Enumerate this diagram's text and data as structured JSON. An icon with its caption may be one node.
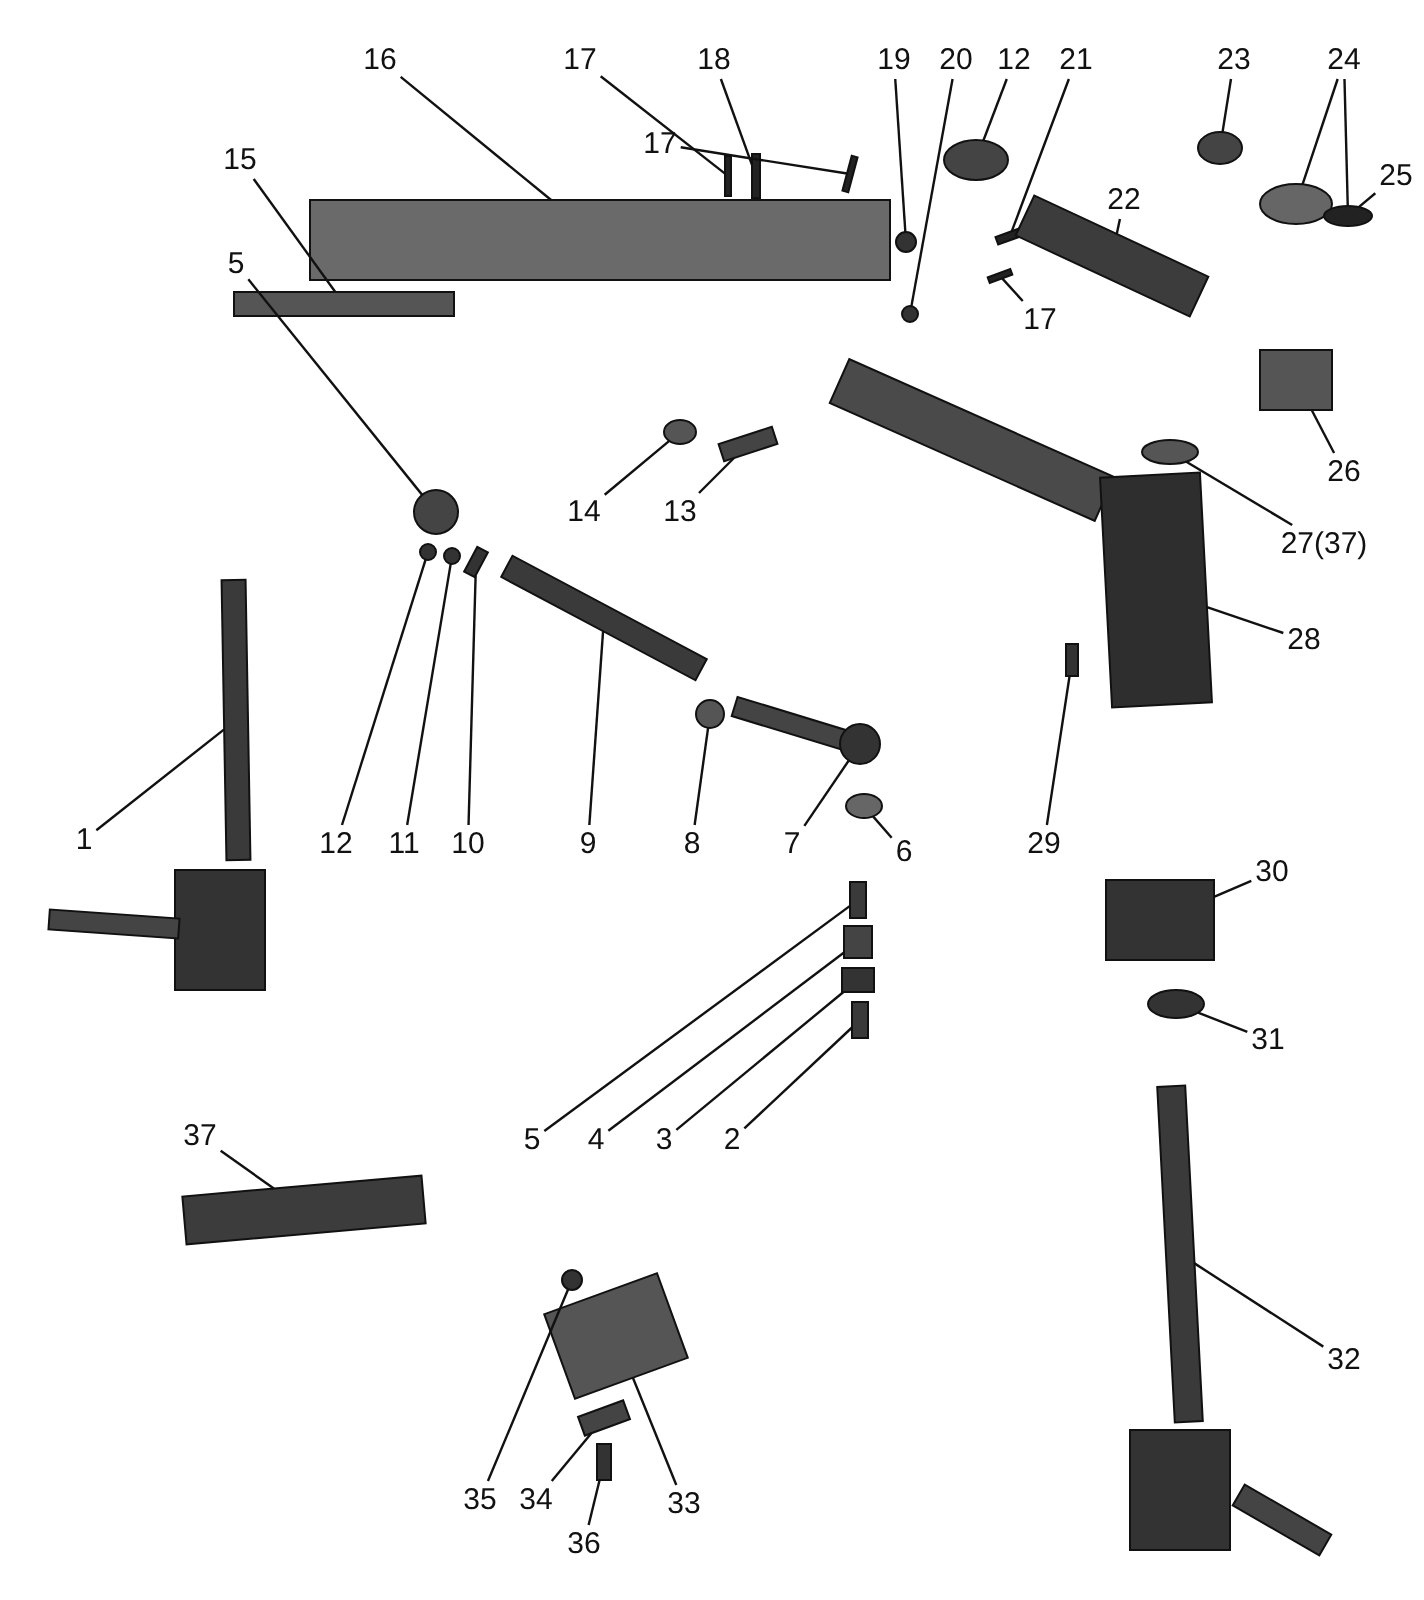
{
  "diagram": {
    "nodes": [
      {
        "text": [
          "16"
        ]
      },
      {
        "text": [
          "17"
        ]
      },
      {
        "text": [
          "18"
        ]
      },
      {
        "text": [
          "19"
        ]
      },
      {
        "text": [
          "20"
        ]
      },
      {
        "text": [
          "12"
        ]
      },
      {
        "text": [
          "21"
        ]
      },
      {
        "text": [
          "23"
        ]
      },
      {
        "text": [
          "24"
        ]
      },
      {
        "text": [
          "15"
        ]
      },
      {
        "text": [
          "25"
        ]
      },
      {
        "text": [
          "17"
        ]
      },
      {
        "text": [
          "22"
        ]
      },
      {
        "text": [
          "17"
        ]
      },
      {
        "text": [
          "5"
        ]
      },
      {
        "text": [
          "26"
        ]
      },
      {
        "text": [
          "14"
        ]
      },
      {
        "text": [
          "13"
        ]
      },
      {
        "text": [
          "27(37)"
        ]
      },
      {
        "text": [
          "28"
        ]
      },
      {
        "text": [
          "1"
        ]
      },
      {
        "text": [
          "12"
        ]
      },
      {
        "text": [
          "11"
        ]
      },
      {
        "text": [
          "10"
        ]
      },
      {
        "text": [
          "9"
        ]
      },
      {
        "text": [
          "8"
        ]
      },
      {
        "text": [
          "7"
        ]
      },
      {
        "text": [
          "6"
        ]
      },
      {
        "text": [
          "29"
        ]
      },
      {
        "text": [
          "30"
        ]
      },
      {
        "text": [
          "31"
        ]
      },
      {
        "text": [
          "5"
        ]
      },
      {
        "text": [
          "4"
        ]
      },
      {
        "text": [
          "3"
        ]
      },
      {
        "text": [
          "2"
        ]
      },
      {
        "text": [
          "37"
        ]
      },
      {
        "text": [
          "32"
        ]
      },
      {
        "text": [
          "35"
        ]
      },
      {
        "text": [
          "34"
        ]
      },
      {
        "text": [
          "33"
        ]
      },
      {
        "text": [
          "36"
        ]
      },
      {
        "text": [],
        "shape": "circle"
      },
      {
        "text": [],
        "shape": "circle"
      },
      {
        "text": [],
        "shape": "circle"
      },
      {
        "text": [],
        "shape": "circle"
      },
      {
        "text": [],
        "shape": "box"
      },
      {
        "text": [],
        "shape": "box"
      },
      {
        "text": [],
        "shape": "box"
      },
      {
        "text": [],
        "shape": "box"
      },
      {
        "text": [],
        "shape": "box"
      },
      {
        "text": [],
        "shape": "box"
      },
      {
        "text": [],
        "shape": "box"
      },
      {
        "text": [],
        "shape": "box"
      },
      {
        "text": [],
        "shape": "circle"
      },
      {
        "text": [],
        "shape": "circle"
      },
      {
        "text": [],
        "shape": "box"
      },
      {
        "text": [],
        "shape": "circle"
      },
      {
        "text": [],
        "shape": "box"
      },
      {
        "text": [],
        "shape": "box"
      },
      {
        "text": [],
        "shape": "circle"
      },
      {
        "text": [],
        "shape": "circle"
      },
      {
        "text": [],
        "shape": "circle"
      },
      {
        "text": [],
        "shape": "circle"
      },
      {
        "text": [],
        "shape": "box"
      },
      {
        "text": [],
        "shape": "box"
      },
      {
        "text": [],
        "shape": "box"
      },
      {
        "text": [],
        "shape": "box"
      },
      {
        "text": [],
        "shape": "circle"
      },
      {
        "text": [],
        "shape": "box"
      },
      {
        "text": [],
        "shape": "circle"
      },
      {
        "text": [],
        "shape": "circle"
      },
      {
        "text": [],
        "shape": "box"
      },
      {
        "text": [],
        "shape": "box"
      },
      {
        "text": [],
        "shape": "box"
      },
      {
        "text": [],
        "shape": "box"
      },
      {
        "text": [],
        "shape": "box"
      },
      {
        "text": [],
        "shape": "box"
      },
      {
        "text": [],
        "shape": "circle"
      },
      {
        "text": [],
        "shape": "box"
      },
      {
        "text": [],
        "shape": "box"
      },
      {
        "text": [],
        "shape": "box"
      },
      {
        "text": [],
        "shape": "circle"
      },
      {
        "text": [],
        "shape": "box"
      },
      {
        "text": [],
        "shape": "box"
      },
      {
        "text": [],
        "shape": "box"
      },
      {
        "text": [],
        "shape": "box"
      },
      {
        "text": [],
        "shape": "box"
      },
      {
        "text": [],
        "shape": "box"
      }
    ],
    "edges": [
      {
        "from": 0,
        "to": 48,
        "arrow": "none"
      },
      {
        "from": 1,
        "to": 45,
        "arrow": "none"
      },
      {
        "from": 2,
        "to": 49,
        "arrow": "none"
      },
      {
        "from": 3,
        "to": 53,
        "arrow": "none"
      },
      {
        "from": 4,
        "to": 54,
        "arrow": "none"
      },
      {
        "from": 5,
        "to": 41,
        "arrow": "none"
      },
      {
        "from": 6,
        "to": 46,
        "arrow": "none"
      },
      {
        "from": 7,
        "to": 42,
        "arrow": "none"
      },
      {
        "from": 8,
        "to": 43,
        "arrow": "none"
      },
      {
        "from": 8,
        "to": 44,
        "arrow": "none"
      },
      {
        "from": 9,
        "to": 52,
        "arrow": "none"
      },
      {
        "from": 10,
        "to": 44,
        "arrow": "none"
      },
      {
        "from": 11,
        "to": 51,
        "arrow": "none"
      },
      {
        "from": 12,
        "to": 47,
        "arrow": "none"
      },
      {
        "from": 13,
        "to": 50,
        "arrow": "none"
      },
      {
        "from": 14,
        "to": 60,
        "arrow": "none"
      },
      {
        "from": 15,
        "to": 55,
        "arrow": "none"
      },
      {
        "from": 16,
        "to": 56,
        "arrow": "none"
      },
      {
        "from": 17,
        "to": 57,
        "arrow": "none"
      },
      {
        "from": 18,
        "to": 59,
        "arrow": "none"
      },
      {
        "from": 19,
        "to": 65,
        "arrow": "none"
      },
      {
        "from": 20,
        "to": 71,
        "arrow": "none"
      },
      {
        "from": 21,
        "to": 61,
        "arrow": "none"
      },
      {
        "from": 22,
        "to": 62,
        "arrow": "none"
      },
      {
        "from": 23,
        "to": 63,
        "arrow": "none"
      },
      {
        "from": 24,
        "to": 64,
        "arrow": "none"
      },
      {
        "from": 25,
        "to": 67,
        "arrow": "none"
      },
      {
        "from": 26,
        "to": 69,
        "arrow": "none"
      },
      {
        "from": 27,
        "to": 70,
        "arrow": "none"
      },
      {
        "from": 28,
        "to": 66,
        "arrow": "none"
      },
      {
        "from": 29,
        "to": 73,
        "arrow": "none"
      },
      {
        "from": 30,
        "to": 77,
        "arrow": "none"
      },
      {
        "from": 31,
        "to": 72,
        "arrow": "none"
      },
      {
        "from": 32,
        "to": 75,
        "arrow": "none"
      },
      {
        "from": 33,
        "to": 76,
        "arrow": "none"
      },
      {
        "from": 34,
        "to": 78,
        "arrow": "none"
      },
      {
        "from": 35,
        "to": 79,
        "arrow": "none"
      },
      {
        "from": 36,
        "to": 80,
        "arrow": "none"
      },
      {
        "from": 37,
        "to": 81,
        "arrow": "none"
      },
      {
        "from": 38,
        "to": 83,
        "arrow": "none"
      },
      {
        "from": 39,
        "to": 82,
        "arrow": "none"
      },
      {
        "from": 40,
        "to": 84,
        "arrow": "none"
      }
    ]
  }
}
